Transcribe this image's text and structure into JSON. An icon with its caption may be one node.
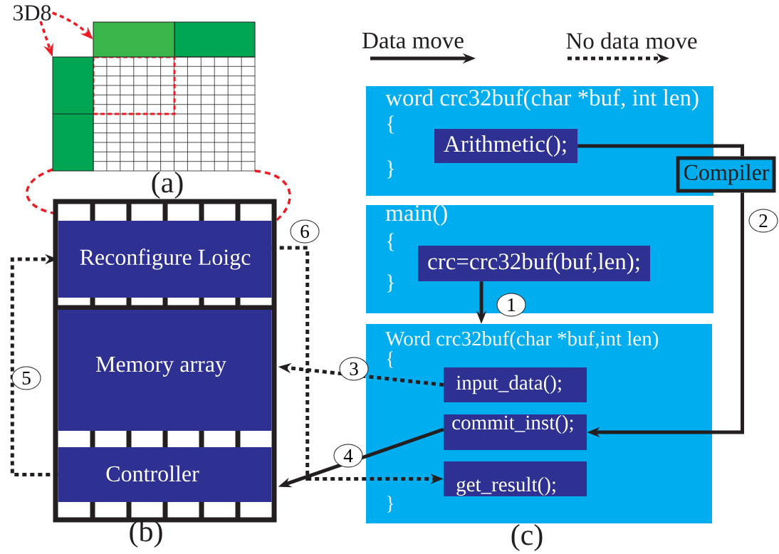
{
  "diagram": {
    "nodes": [
      {
        "text": [
          "3D8"
        ]
      },
      {
        "text": [],
        "shape": "box"
      },
      {
        "text": [],
        "shape": "box"
      },
      {
        "text": [],
        "shape": "box"
      },
      {
        "text": [
          "Reconfigure Loigc"
        ],
        "in": 3
      },
      {
        "text": [
          "Memory array"
        ],
        "in": 3
      },
      {
        "text": [
          "Controller"
        ],
        "in": 3
      },
      {
        "text": [
          "word crc32buf(char *buf, int len)",
          "{",
          "}"
        ]
      },
      {
        "text": [
          "Arithmetic();"
        ],
        "in": 7
      },
      {
        "text": [
          "Compiler"
        ]
      },
      {
        "text": [
          "main()",
          "{",
          "}"
        ]
      },
      {
        "text": [
          "crc=crc32buf(buf,len);"
        ],
        "in": 10
      },
      {
        "text": [
          "Word crc32buf(char *buf,int len)",
          "{",
          "}"
        ]
      },
      {
        "text": [
          "input_data();"
        ],
        "in": 12
      },
      {
        "text": [
          "commit_inst();"
        ],
        "in": 12
      },
      {
        "text": [
          "get_result();"
        ],
        "in": 12
      }
    ],
    "edges": [
      {
        "from": 0,
        "to": 1,
        "arrow": "to",
        "style": "dashed",
        "color": "#ed1c24"
      },
      {
        "from": 0,
        "to": 2,
        "arrow": "to",
        "style": "dashed",
        "color": "#ed1c24"
      },
      {
        "from": 8,
        "to": 9,
        "arrow": "none"
      },
      {
        "from": 9,
        "to": 14,
        "arrow": "to",
        "label": "2"
      },
      {
        "from": 11,
        "to": 12,
        "arrow": "to",
        "label": "1"
      },
      {
        "from": 13,
        "to": 5,
        "arrow": "to",
        "style": "dashed",
        "label": "3"
      },
      {
        "from": 14,
        "to": 6,
        "arrow": "to",
        "label": "4"
      },
      {
        "from": 6,
        "to": 4,
        "arrow": "to",
        "style": "dashed",
        "label": "5"
      },
      {
        "from": 4,
        "to": 15,
        "arrow": "to",
        "style": "dashed",
        "label": "6"
      }
    ],
    "labels": [
      "(a)",
      "(b)",
      "(c)"
    ],
    "legend": [
      {
        "text": "Data move"
      },
      {
        "text": "No data move"
      }
    ]
  }
}
